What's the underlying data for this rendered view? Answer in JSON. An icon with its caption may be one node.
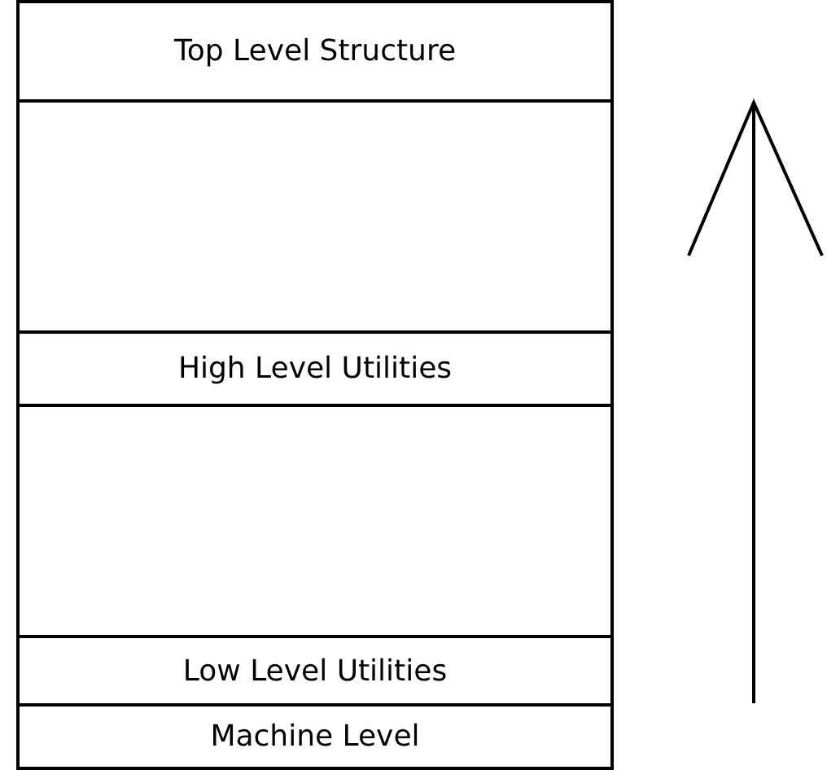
{
  "diagram": {
    "nodes": [
      {
        "text": [
          "Top Level Structure"
        ]
      },
      {
        "text": [],
        "shape": "box"
      },
      {
        "text": [
          "High Level Utilities"
        ]
      },
      {
        "text": [],
        "shape": "box"
      },
      {
        "text": [
          "Low Level Utilities"
        ]
      },
      {
        "text": [
          "Machine Level"
        ]
      }
    ]
  }
}
